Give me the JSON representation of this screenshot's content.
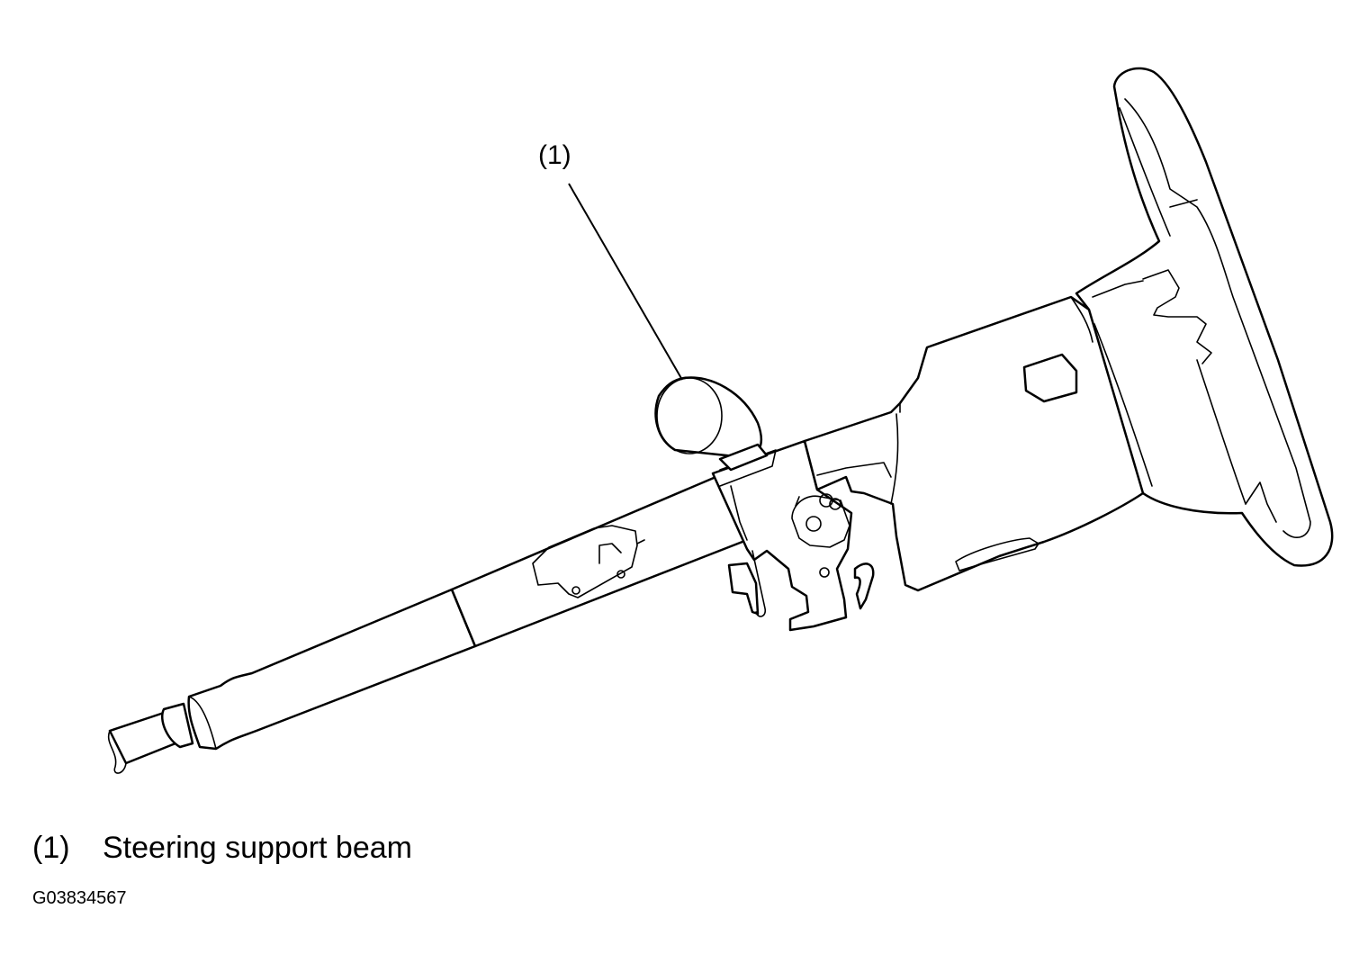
{
  "callout": {
    "number": "(1)"
  },
  "legend": {
    "number": "(1)",
    "label": "Steering support beam"
  },
  "figure_id": "G03834567"
}
